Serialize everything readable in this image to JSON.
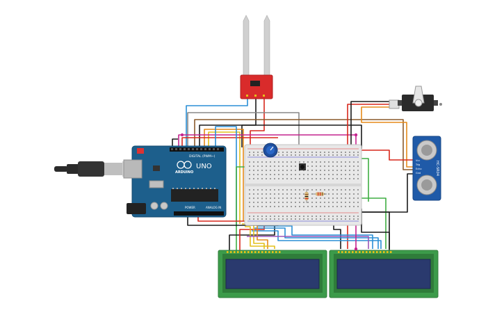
{
  "arduino": {
    "brand": "ARDUINO",
    "model": "UNO",
    "digital_label": "DIGITAL (PWM~)",
    "power_label": "POWER",
    "analog_label": "ANALOG IN",
    "board_color": "#1d5f8c"
  },
  "ultrasonic": {
    "model": "HC-SR04",
    "pins": [
      "Vcc",
      "Trig",
      "Echo",
      "Gnd"
    ],
    "color": "#1f5aa8"
  },
  "soil_sensor": {
    "color": "#d92b2b"
  },
  "lcd_left": {
    "color": "#3c9b4a",
    "screen": "#2a3a6e"
  },
  "lcd_right": {
    "color": "#3c9b4a",
    "screen": "#2a3a6e"
  },
  "breadboard": {
    "color": "#e8e8e8"
  },
  "wire_colors": {
    "red": "#d7271c",
    "black": "#1a1a1a",
    "orange": "#e58a1a",
    "yellow": "#e3c01b",
    "blue": "#2a8fd6",
    "green": "#3fae43",
    "brown": "#8a5a2b",
    "magenta": "#c4248e",
    "purple": "#9b57b8",
    "grey": "#888888"
  }
}
